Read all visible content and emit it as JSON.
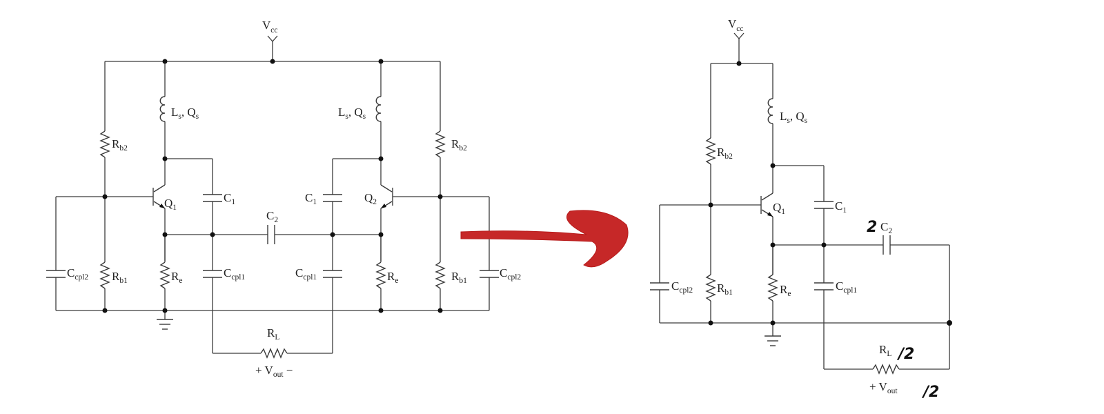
{
  "left_circuit": {
    "supply": {
      "main": "V",
      "sub": "cc"
    },
    "inductor_left": {
      "main": "L",
      "sub": "s",
      "mid": ", Q",
      "sub2": "s"
    },
    "inductor_right": {
      "main": "L",
      "sub": "s",
      "mid": ", Q",
      "sub2": "s"
    },
    "rb2_left": {
      "main": "R",
      "sub": "b2"
    },
    "rb2_right": {
      "main": "R",
      "sub": "b2"
    },
    "q1": {
      "main": "Q",
      "sub": "1"
    },
    "q2": {
      "main": "Q",
      "sub": "2"
    },
    "c1_left": {
      "main": "C",
      "sub": "1"
    },
    "c1_right": {
      "main": "C",
      "sub": "1"
    },
    "c2": {
      "main": "C",
      "sub": "2"
    },
    "ccpl2_left": {
      "main": "C",
      "sub": "cpl2"
    },
    "ccpl2_right": {
      "main": "C",
      "sub": "cpl2"
    },
    "rb1_left": {
      "main": "R",
      "sub": "b1"
    },
    "rb1_right": {
      "main": "R",
      "sub": "b1"
    },
    "re_left": {
      "main": "R",
      "sub": "e"
    },
    "re_right": {
      "main": "R",
      "sub": "e"
    },
    "ccpl1_left": {
      "main": "C",
      "sub": "cpl1"
    },
    "ccpl1_right": {
      "main": "C",
      "sub": "cpl1"
    },
    "rl": {
      "main": "R",
      "sub": "L"
    },
    "vout": {
      "plus": "+ V",
      "sub": "out",
      "minus": " −"
    }
  },
  "right_circuit": {
    "supply": {
      "main": "V",
      "sub": "cc"
    },
    "inductor": {
      "main": "L",
      "sub": "s",
      "mid": ", Q",
      "sub2": "s"
    },
    "rb2": {
      "main": "R",
      "sub": "b2"
    },
    "q1": {
      "main": "Q",
      "sub": "1"
    },
    "c1": {
      "main": "C",
      "sub": "1"
    },
    "c2": {
      "main": "C",
      "sub": "2",
      "hand_prefix": "2"
    },
    "ccpl2": {
      "main": "C",
      "sub": "cpl2"
    },
    "rb1": {
      "main": "R",
      "sub": "b1"
    },
    "re": {
      "main": "R",
      "sub": "e"
    },
    "ccpl1": {
      "main": "C",
      "sub": "cpl1"
    },
    "rl": {
      "main": "R",
      "sub": "L",
      "hand_suffix": "/2"
    },
    "vout": {
      "plus": "+ V",
      "sub": "out",
      "hand_suffix": "/2"
    }
  },
  "arrow": {
    "color": "#c62828"
  }
}
